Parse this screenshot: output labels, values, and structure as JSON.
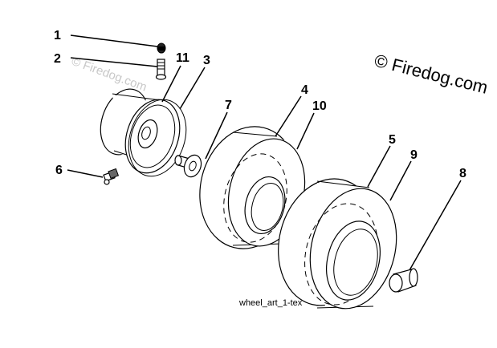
{
  "callouts": {
    "c1": "1",
    "c2": "2",
    "c11": "11",
    "c3": "3",
    "c7": "7",
    "c4": "4",
    "c10": "10",
    "c5": "5",
    "c9": "9",
    "c6": "6",
    "c8": "8"
  },
  "caption": "wheel_art_1-tex",
  "copyright": "© Firedog.com",
  "watermark": "© Firedog.com",
  "colors": {
    "line": "#000000",
    "background": "#ffffff",
    "watermark": "#c8c8c8"
  }
}
